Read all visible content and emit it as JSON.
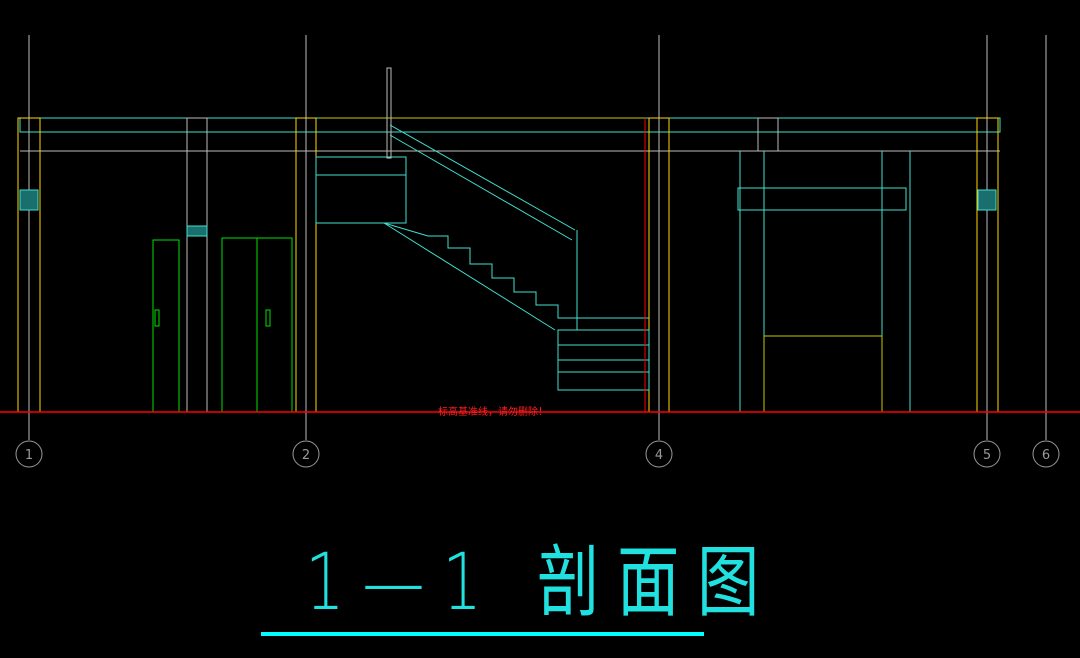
{
  "drawing": {
    "axes": [
      "1",
      "2",
      "4",
      "5",
      "6"
    ],
    "note": "标高基准线，请勿删除！",
    "title": "1—1 剖面图",
    "colors": {
      "background": "#000000",
      "ground_line": "#ff0000",
      "cyan": "#00ffff",
      "green": "#00ff00",
      "yellow": "#ffff00"
    }
  }
}
